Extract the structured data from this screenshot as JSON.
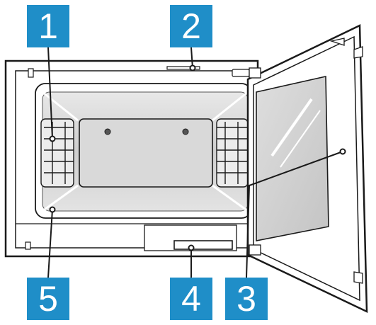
{
  "colors": {
    "callout_fill": "#1f8ec8",
    "callout_text": "#ffffff",
    "line": "#1a1a1a",
    "glass": "#cfcfcf",
    "cavity": "#d4d4d4"
  },
  "callouts": [
    {
      "number": "1",
      "part": "side-rack-grille"
    },
    {
      "number": "2",
      "part": "door-latch-top"
    },
    {
      "number": "3",
      "part": "door-window"
    },
    {
      "number": "4",
      "part": "control-panel-slot"
    },
    {
      "number": "5",
      "part": "cavity-corner"
    }
  ]
}
